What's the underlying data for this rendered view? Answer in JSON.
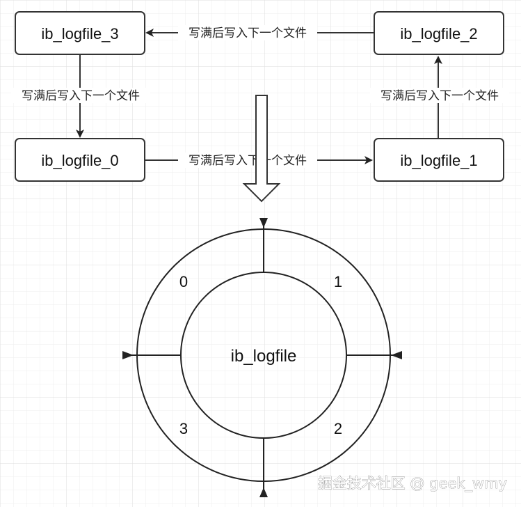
{
  "boxes": {
    "logfile_3": "ib_logfile_3",
    "logfile_2": "ib_logfile_2",
    "logfile_0": "ib_logfile_0",
    "logfile_1": "ib_logfile_1"
  },
  "edge_labels": {
    "top": "写满后写入下一个文件",
    "left": "写满后写入下一个文件",
    "right": "写满后写入下一个文件",
    "bottom": "写满后写入下一个文件"
  },
  "ring": {
    "center": "ib_logfile",
    "sectors": {
      "s0": "0",
      "s1": "1",
      "s2": "2",
      "s3": "3"
    }
  },
  "watermark": "掘金技术社区 @ geek_wmy",
  "colors": {
    "grid": "#e8e8e8",
    "stroke": "#333333",
    "background": "#ffffff"
  }
}
